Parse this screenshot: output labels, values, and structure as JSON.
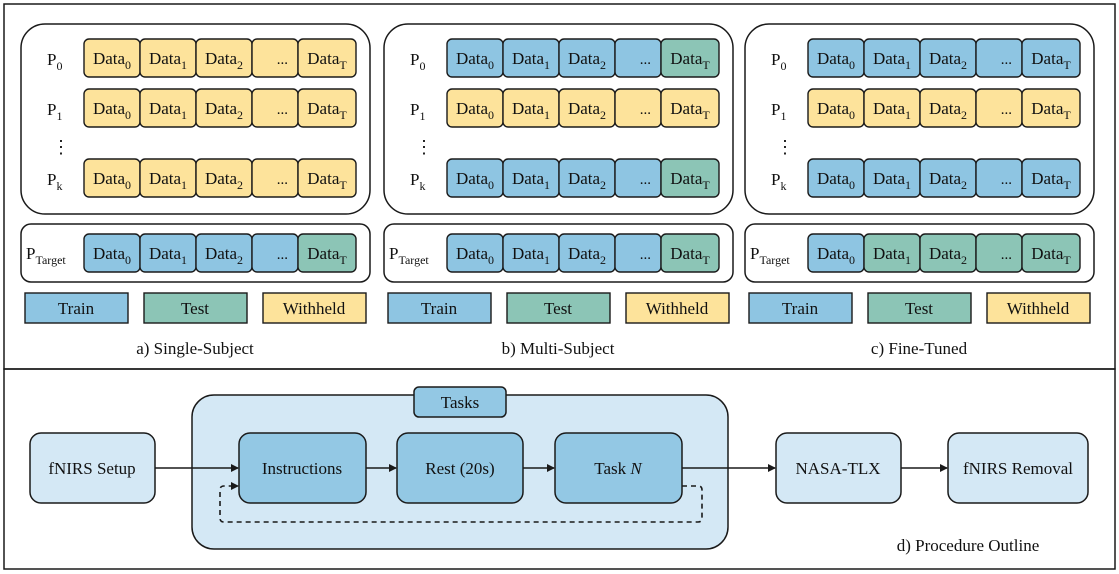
{
  "colors": {
    "train": "#8ec5e2",
    "test": "#8cc5b6",
    "withheld": "#fde39b",
    "task_panel": "#d4e8f5",
    "task_box": "#93c8e4",
    "process_box": "#d4e8f5",
    "stroke": "#1a1a1a"
  },
  "panels": [
    {
      "caption": "a) Single-Subject",
      "rows": [
        {
          "label": "P",
          "sub": "0",
          "colors": [
            "withheld",
            "withheld",
            "withheld",
            "withheld",
            "withheld"
          ]
        },
        {
          "label": "P",
          "sub": "1",
          "colors": [
            "withheld",
            "withheld",
            "withheld",
            "withheld",
            "withheld"
          ]
        },
        {
          "label": "P",
          "sub": "k",
          "colors": [
            "withheld",
            "withheld",
            "withheld",
            "withheld",
            "withheld"
          ]
        }
      ],
      "target": {
        "label": "P",
        "sub": "Target",
        "colors": [
          "train",
          "train",
          "train",
          "train",
          "test"
        ]
      }
    },
    {
      "caption": "b) Multi-Subject",
      "rows": [
        {
          "label": "P",
          "sub": "0",
          "colors": [
            "train",
            "train",
            "train",
            "train",
            "test"
          ]
        },
        {
          "label": "P",
          "sub": "1",
          "colors": [
            "withheld",
            "withheld",
            "withheld",
            "withheld",
            "withheld"
          ]
        },
        {
          "label": "P",
          "sub": "k",
          "colors": [
            "train",
            "train",
            "train",
            "train",
            "test"
          ]
        }
      ],
      "target": {
        "label": "P",
        "sub": "Target",
        "colors": [
          "train",
          "train",
          "train",
          "train",
          "test"
        ]
      }
    },
    {
      "caption": "c) Fine-Tuned",
      "rows": [
        {
          "label": "P",
          "sub": "0",
          "colors": [
            "train",
            "train",
            "train",
            "train",
            "train"
          ]
        },
        {
          "label": "P",
          "sub": "1",
          "colors": [
            "withheld",
            "withheld",
            "withheld",
            "withheld",
            "withheld"
          ]
        },
        {
          "label": "P",
          "sub": "k",
          "colors": [
            "train",
            "train",
            "train",
            "train",
            "train"
          ]
        }
      ],
      "target": {
        "label": "P",
        "sub": "Target",
        "colors": [
          "train",
          "test",
          "test",
          "test",
          "test"
        ]
      }
    }
  ],
  "cells": [
    {
      "label": "Data",
      "sub": "0"
    },
    {
      "label": "Data",
      "sub": "1"
    },
    {
      "label": "Data",
      "sub": "2"
    },
    {
      "label": "...",
      "sub": ""
    },
    {
      "label": "Data",
      "sub": "T"
    }
  ],
  "vdots": "⋮",
  "legend": [
    {
      "key": "train",
      "label": "Train"
    },
    {
      "key": "test",
      "label": "Test"
    },
    {
      "key": "withheld",
      "label": "Withheld"
    }
  ],
  "procedure": {
    "caption": "d) Procedure Outline",
    "tasks_label": "Tasks",
    "setup": "fNIRS Setup",
    "instructions": "Instructions",
    "rest": "Rest (20s)",
    "task_prefix": "Task ",
    "task_var": "N",
    "nasa": "NASA-TLX",
    "removal": "fNIRS Removal"
  }
}
